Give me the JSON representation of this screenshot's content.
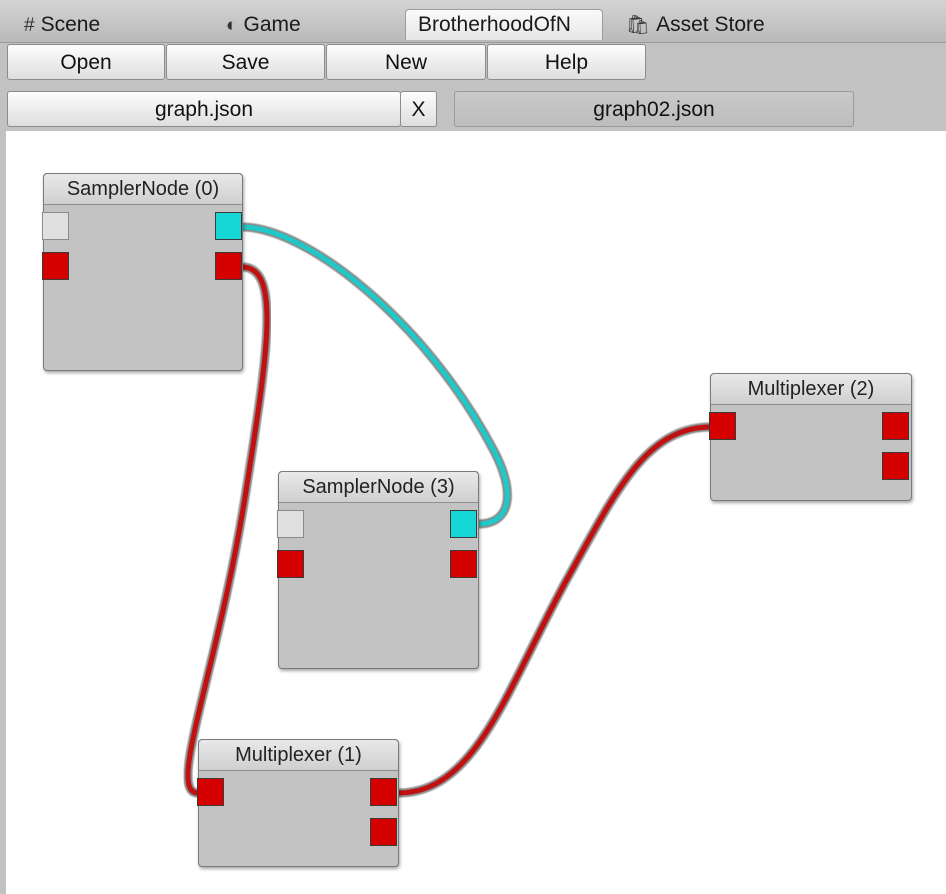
{
  "tabs": [
    {
      "label": "Scene",
      "icon": "grid-icon"
    },
    {
      "label": "Game",
      "icon": "pacman-icon"
    },
    {
      "label": "BrotherhoodOfN",
      "icon": ""
    },
    {
      "label": "Asset Store",
      "icon": "shopping-bag-icon"
    }
  ],
  "toolbar": {
    "open_label": "Open",
    "save_label": "Save",
    "new_label": "New",
    "help_label": "Help"
  },
  "files": {
    "file1_label": "graph.json",
    "close_label": "X",
    "file2_label": "graph02.json"
  },
  "nodes": [
    {
      "title": "SamplerNode (0)"
    },
    {
      "title": "SamplerNode (3)"
    },
    {
      "title": "Multiplexer (2)"
    },
    {
      "title": "Multiplexer (1)"
    }
  ],
  "colors": {
    "port_red": "#d40000",
    "port_cyan": "#16d6d6",
    "port_white": "#e0e0e0",
    "wire_red": "#c01010",
    "wire_cyan": "#20c8c8"
  }
}
